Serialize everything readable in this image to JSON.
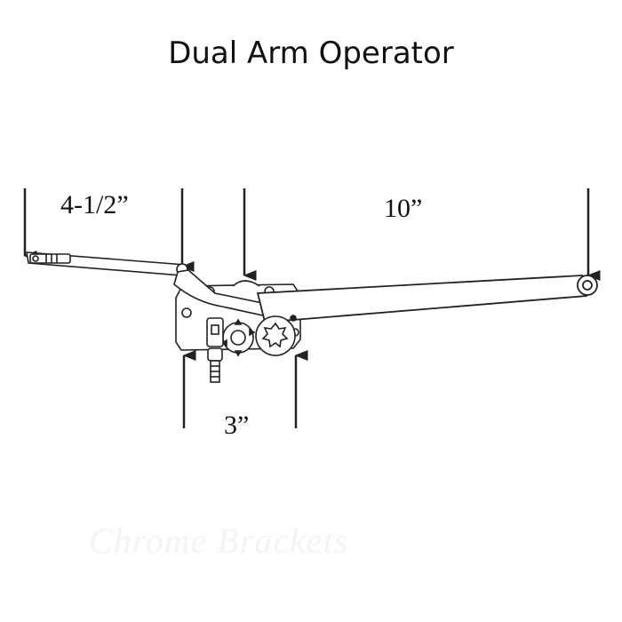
{
  "title": "Dual Arm Operator",
  "dimensions": {
    "short_arm": "4-1/2”",
    "long_arm": "10”",
    "base": "3”"
  },
  "watermark": "Chrome Brackets",
  "colors": {
    "line": "#222222",
    "fill": "#ffffff",
    "text": "#111111"
  }
}
